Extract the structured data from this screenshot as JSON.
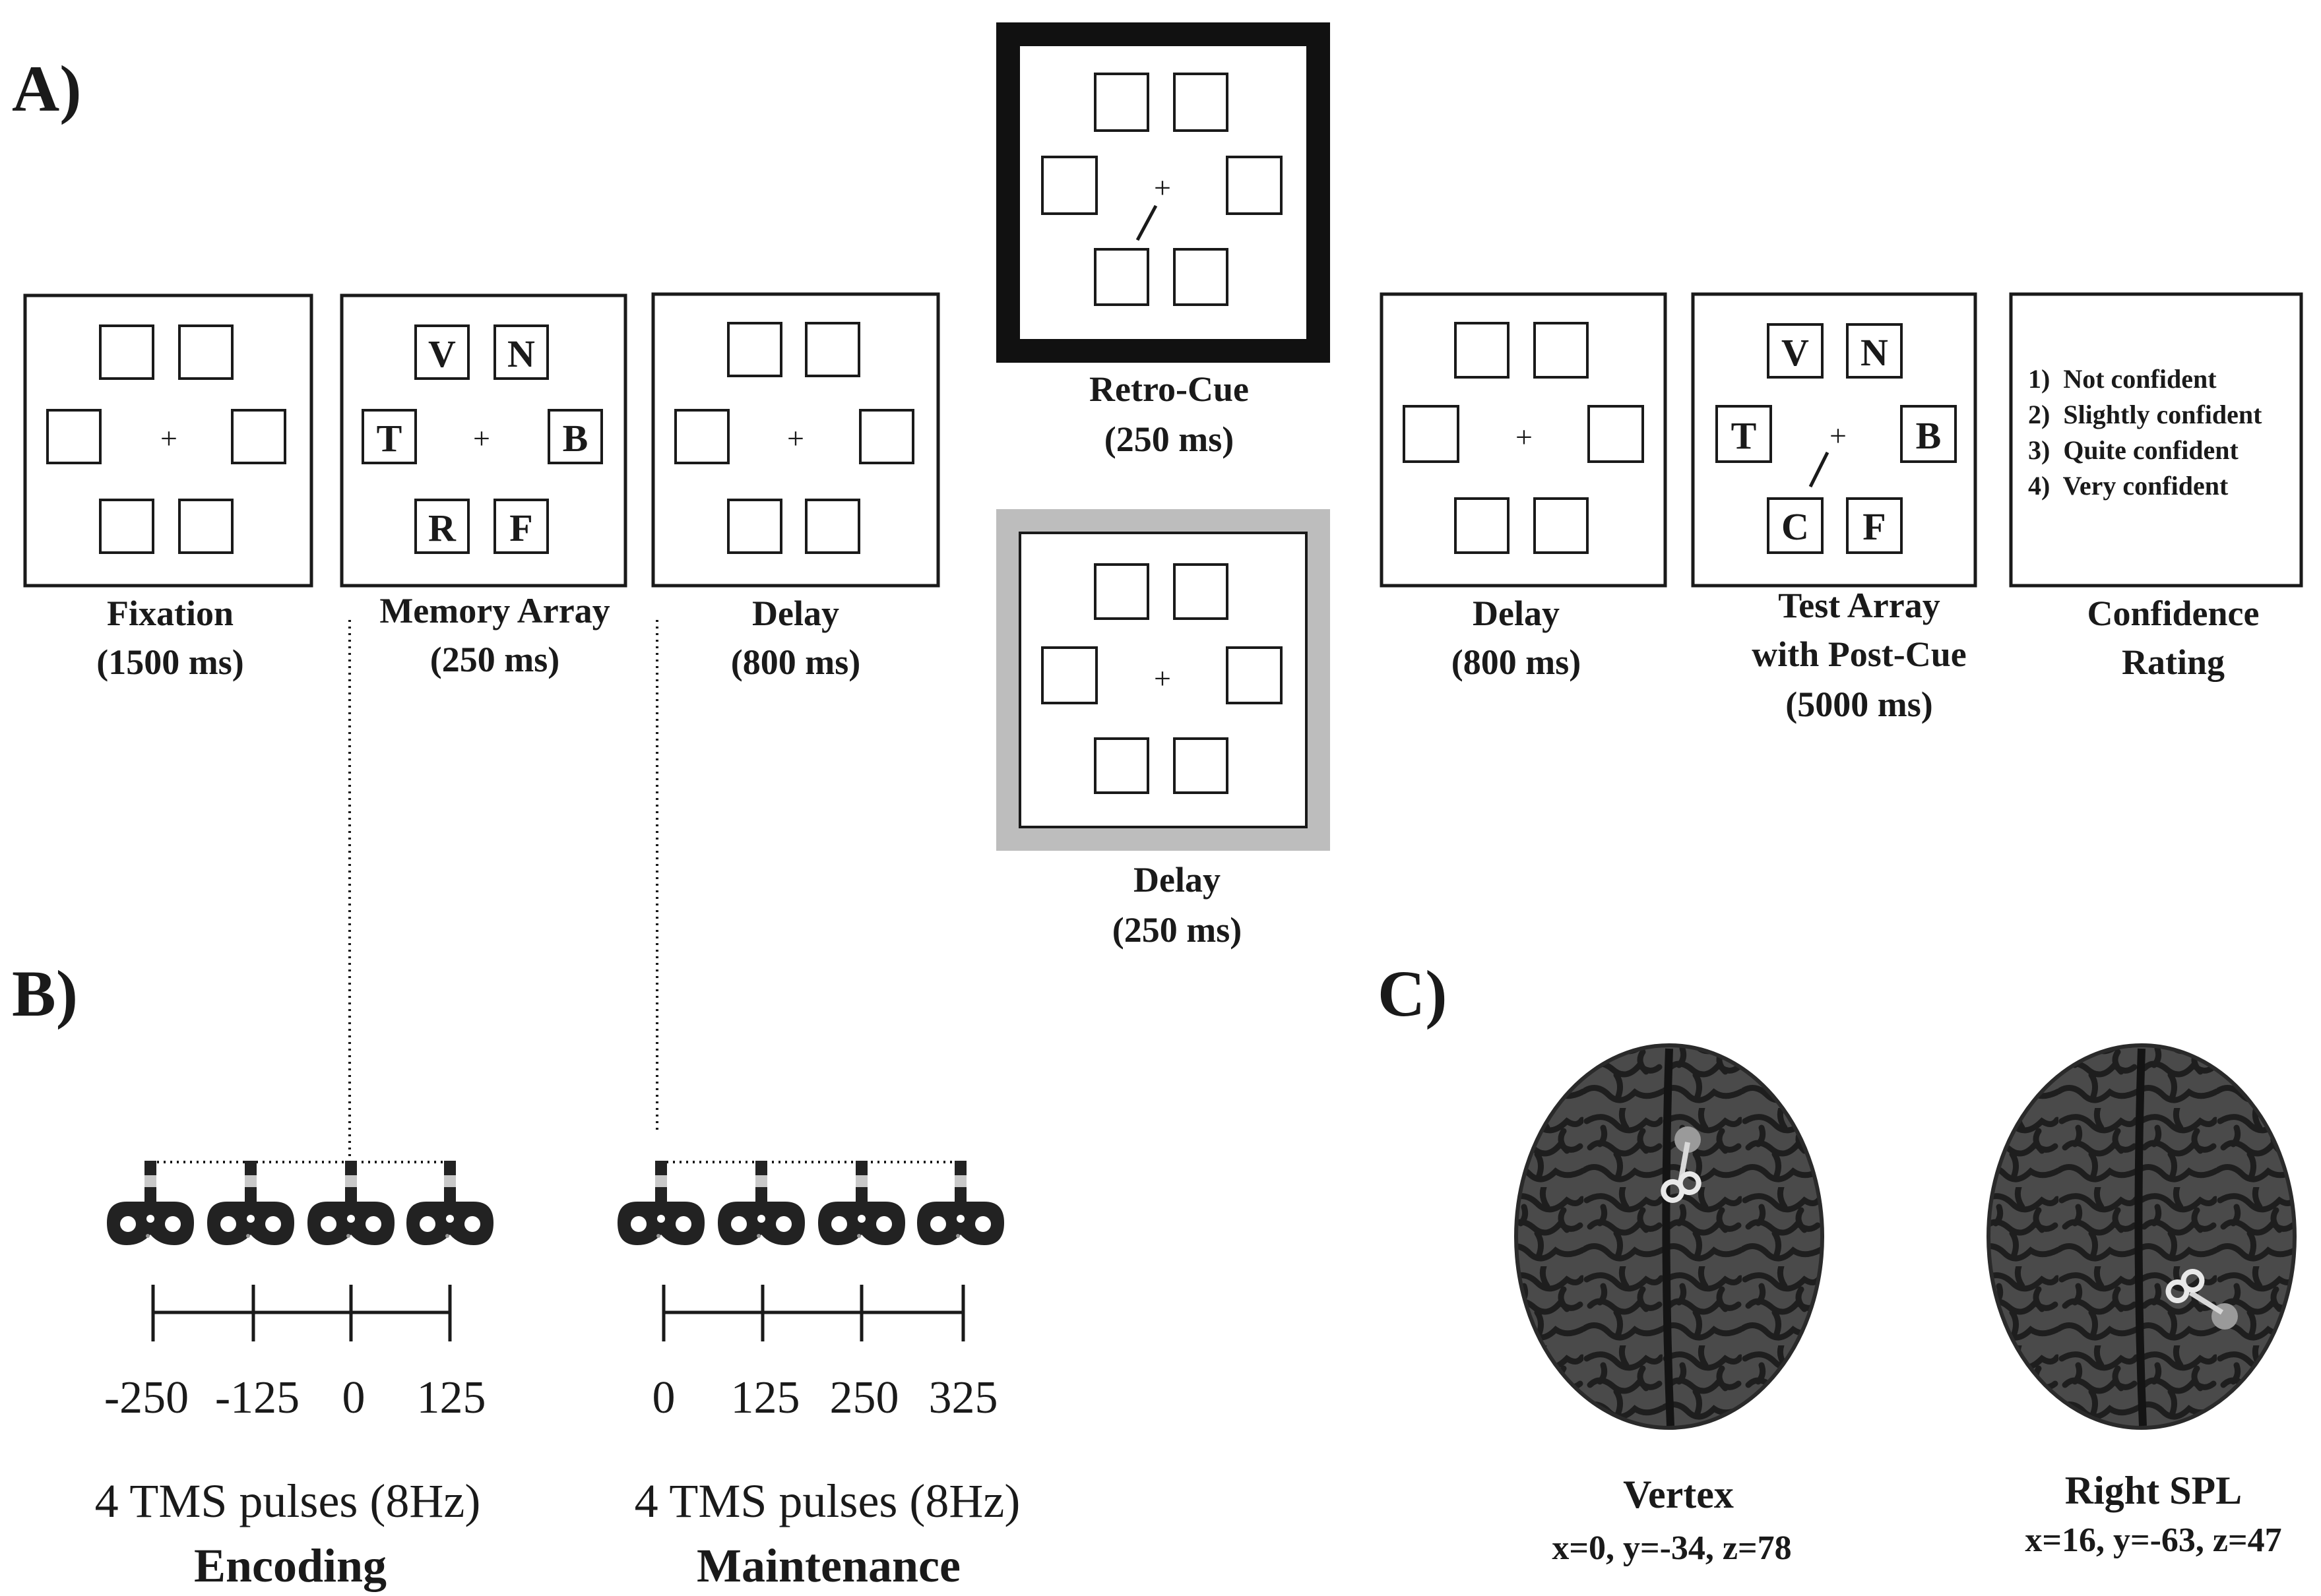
{
  "panels": {
    "a_label": "A)",
    "b_label": "B)",
    "c_label": "C)"
  },
  "fixation_screen": {
    "plus": "+",
    "caption_1": "Fixation",
    "caption_2": "(1500 ms)"
  },
  "memory_array_screen": {
    "plus": "+",
    "letters": [
      "V",
      "N",
      "T",
      "B",
      "R",
      "F"
    ],
    "caption_1": "Memory Array",
    "caption_2": "(250 ms)"
  },
  "delay_screen_1": {
    "plus": "+",
    "caption_1": "Delay",
    "caption_2": "(800 ms)"
  },
  "retro_cue_screen": {
    "plus": "+",
    "caption_1": "Retro-Cue",
    "caption_2": "(250 ms)",
    "border_color": "#111111"
  },
  "delay_screen_gray": {
    "plus": "+",
    "caption_1": "Delay",
    "caption_2": "(250 ms)",
    "border_color": "#bdbdbd"
  },
  "delay_screen_2": {
    "plus": "+",
    "caption_1": "Delay",
    "caption_2": "(800 ms)"
  },
  "test_array_screen": {
    "plus": "+",
    "letters": [
      "V",
      "N",
      "T",
      "B",
      "C",
      "F"
    ],
    "caption_1": "Test Array",
    "caption_2": "with Post-Cue",
    "caption_3": "(5000 ms)"
  },
  "confidence_screen": {
    "options": [
      "1)  Not confident",
      "2)  Slightly confident",
      "3)  Quite confident",
      "4)  Very confident"
    ],
    "caption_1": "Confidence",
    "caption_2": "Rating"
  },
  "encoding_timeline": {
    "ticks": [
      "-250",
      "-125",
      "0",
      "125"
    ],
    "pulses_label": "4 TMS pulses (8Hz)",
    "phase_label": "Encoding"
  },
  "maintenance_timeline": {
    "ticks": [
      "0",
      "125",
      "250",
      "325"
    ],
    "pulses_label": "4 TMS pulses (8Hz)",
    "phase_label": "Maintenance"
  },
  "brain_vertex": {
    "region": "Vertex",
    "coords": "x=0, y=-34, z=78"
  },
  "brain_spl": {
    "region": "Right SPL",
    "coords": "x=16, y=-63, z=47"
  },
  "colors": {
    "brain": "#4a4a4a",
    "sulci": "#1e1e1e",
    "coil": "#222222",
    "coil_band": "#c8c8c8"
  },
  "icons": {
    "coil": "tms-coil-icon",
    "brain": "brain-icon"
  }
}
